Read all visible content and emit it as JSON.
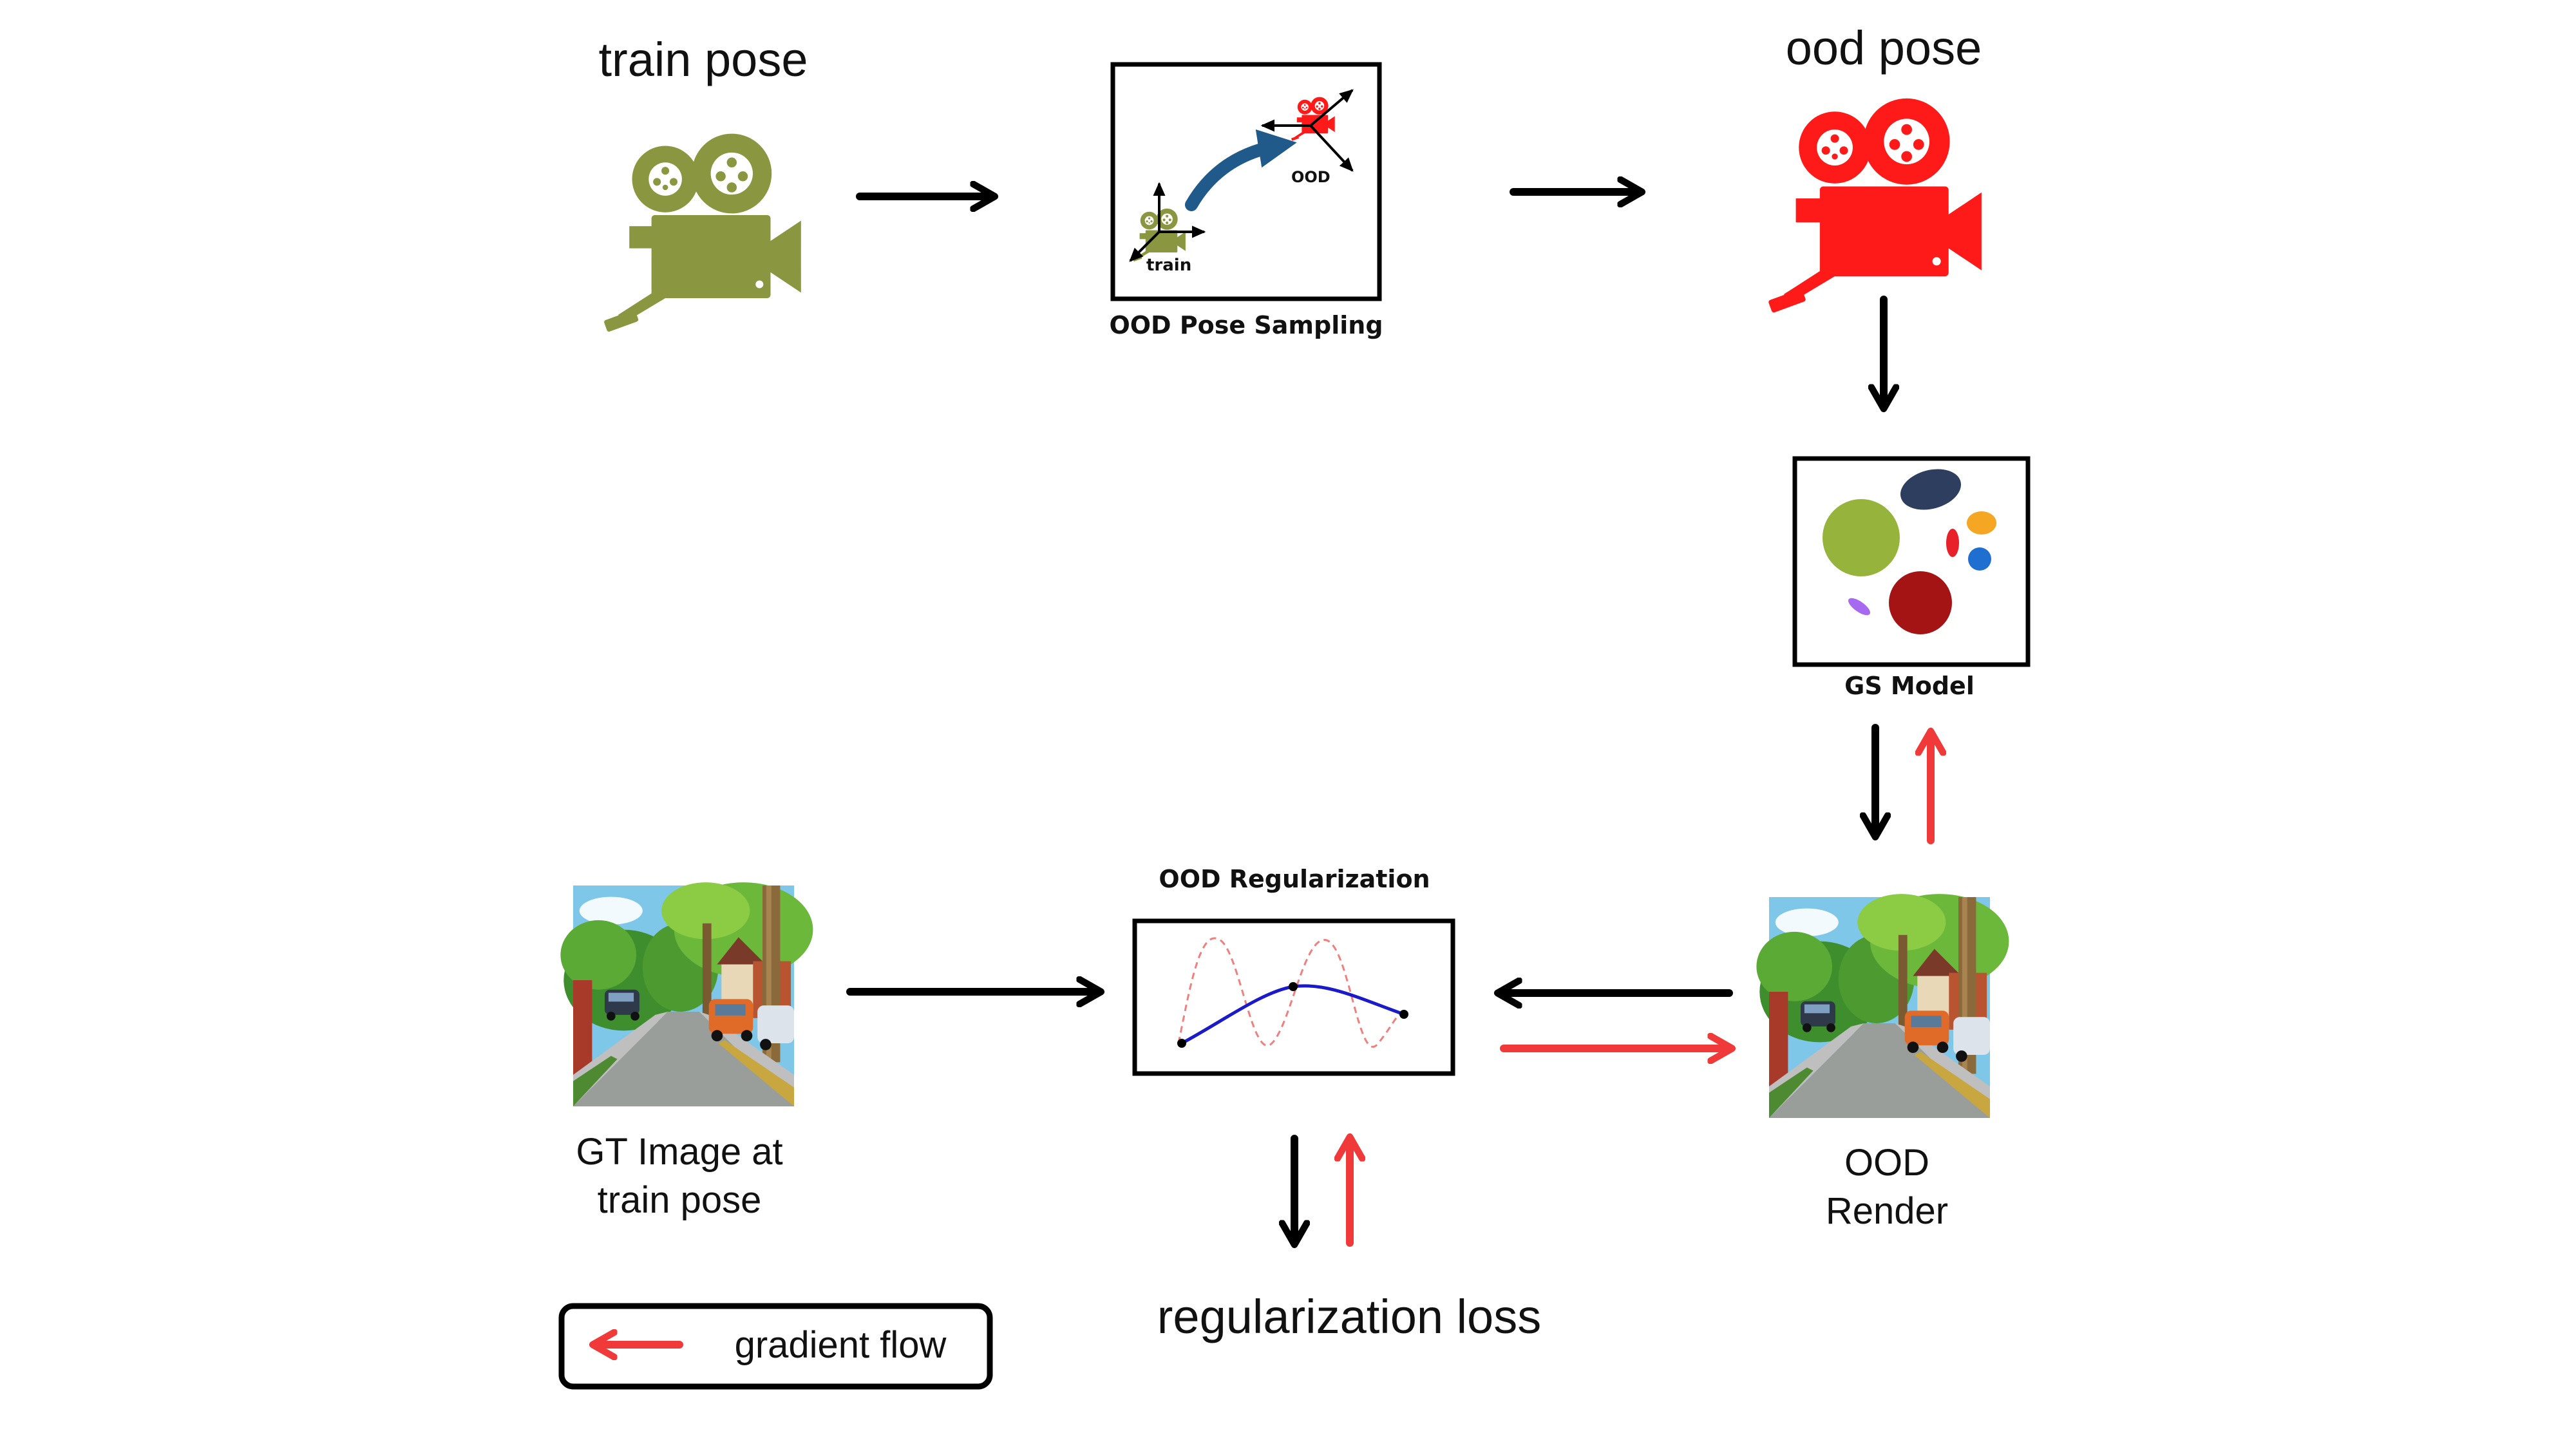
{
  "title_train_pose": "train pose",
  "title_ood_pose": "ood pose",
  "ood_pose_sampling": {
    "caption": "OOD Pose Sampling",
    "train_label": "train",
    "ood_label": "OOD"
  },
  "gs_model": {
    "caption": "GS Model"
  },
  "ood_regularization": {
    "caption": "OOD Regularization"
  },
  "gt_image_caption": {
    "line1": "GT Image at",
    "line2": "train pose"
  },
  "ood_render_caption": {
    "line1": "OOD",
    "line2": "Render"
  },
  "regularization_loss": "regularization loss",
  "legend": {
    "label": "gradient flow"
  },
  "colors": {
    "train_camera": "#8B9740",
    "ood_camera": "#FF1A1A",
    "gradient_arrow": "#F03A3A",
    "forward_arrow": "#000000",
    "sampling_arrow": "#1F5A8A",
    "reg_curve": "#1A1AC8",
    "reg_dashed": "#F08080"
  }
}
